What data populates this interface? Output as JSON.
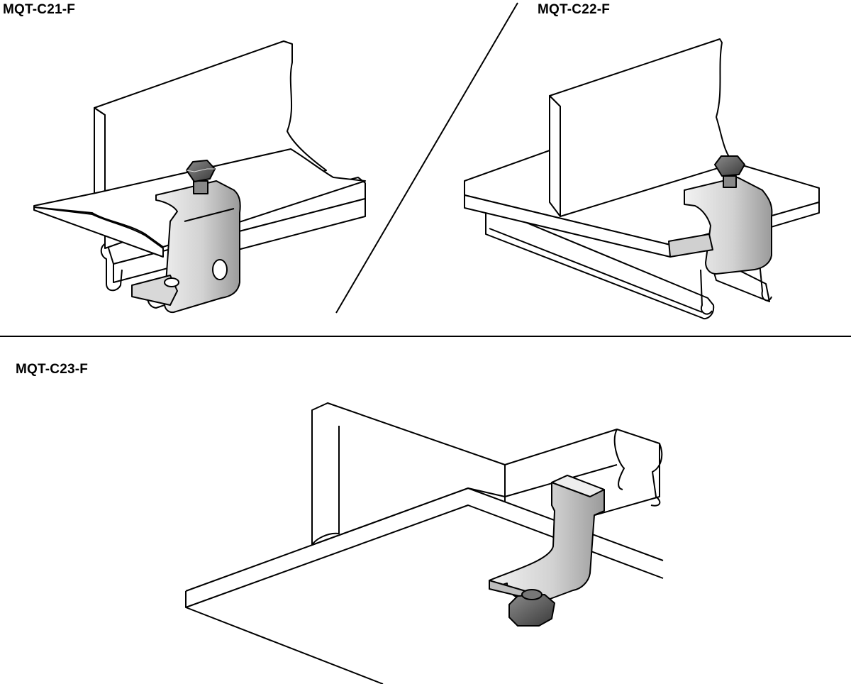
{
  "panels": [
    {
      "label": "MQT-C21-F"
    },
    {
      "label": "MQT-C22-F"
    },
    {
      "label": "MQT-C23-F"
    }
  ],
  "colors": {
    "line": "#000000",
    "clamp_light": "#f4f4f4",
    "clamp_mid": "#c8c8c8",
    "clamp_dark": "#8a8a8a",
    "bolt": "#555555"
  }
}
